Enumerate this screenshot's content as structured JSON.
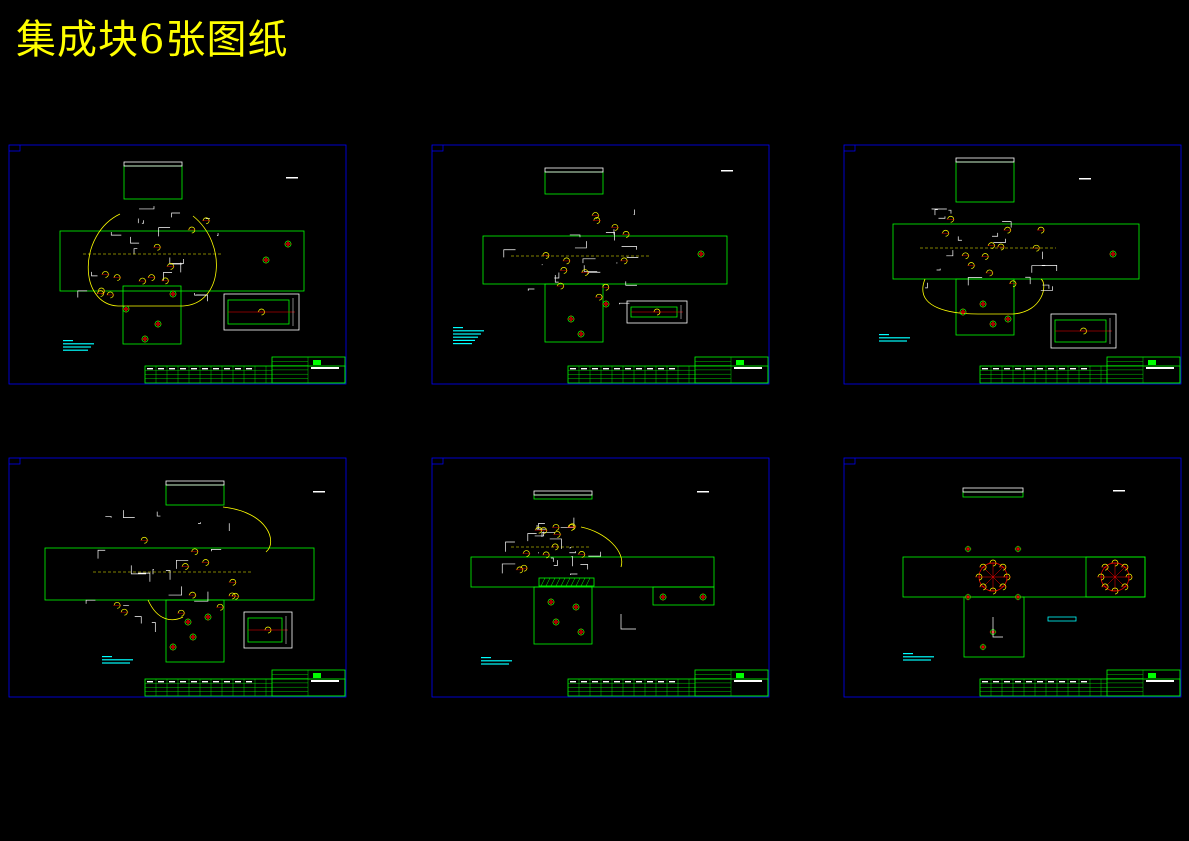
{
  "title": "集成块6张图纸",
  "colors": {
    "background": "#000000",
    "title": "#ffff00",
    "frame": "#0000ff",
    "outline": "#00ff00",
    "detail": "#ffffff",
    "hole": "#ff0000",
    "thread": "#ffff00",
    "note": "#00ffff"
  },
  "sheets": [
    {
      "variant": "A"
    },
    {
      "variant": "B"
    },
    {
      "variant": "C"
    },
    {
      "variant": "D"
    },
    {
      "variant": "E"
    },
    {
      "variant": "F"
    }
  ]
}
